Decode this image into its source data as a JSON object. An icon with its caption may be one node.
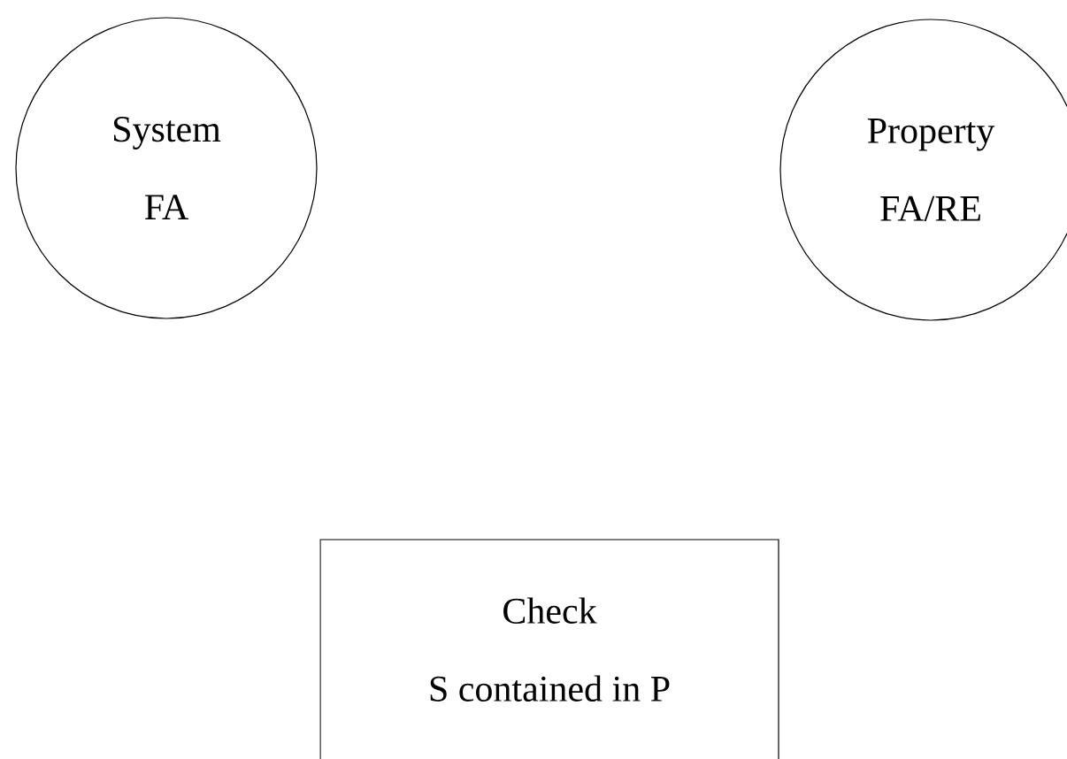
{
  "diagram": {
    "nodes": [
      {
        "text": [
          "System",
          "FA"
        ]
      },
      {
        "text": [
          "Property",
          "FA/RE"
        ]
      },
      {
        "text": [
          "Check",
          "S contained in P"
        ]
      }
    ]
  }
}
